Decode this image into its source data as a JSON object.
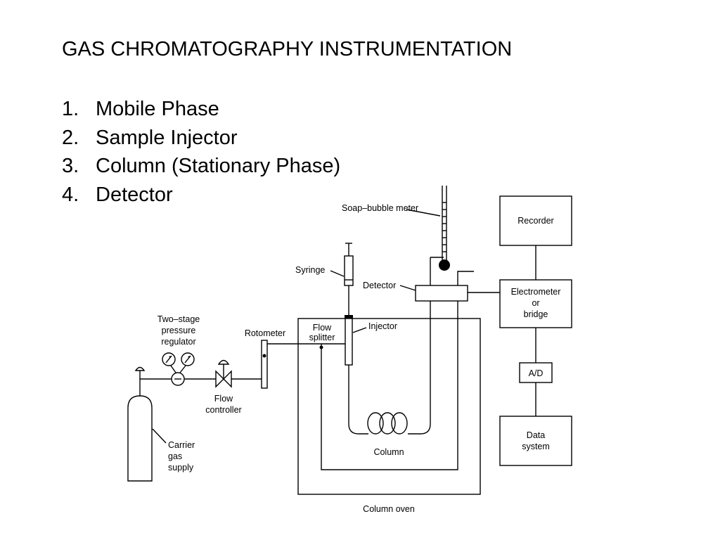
{
  "title": "GAS CHROMATOGRAPHY INSTRUMENTATION",
  "list": [
    {
      "num": "1.",
      "text": "Mobile Phase"
    },
    {
      "num": "2.",
      "text": "Sample Injector"
    },
    {
      "num": "3.",
      "text": "Column (Stationary Phase)"
    },
    {
      "num": "4.",
      "text": "Detector"
    }
  ],
  "diagram": {
    "soap_bubble_meter": "Soap–bubble meter",
    "recorder": "Recorder",
    "syringe": "Syringe",
    "detector": "Detector",
    "electrometer": [
      "Electrometer",
      "or",
      "bridge"
    ],
    "regulator": [
      "Two–stage",
      "pressure",
      "regulator"
    ],
    "rotometer": "Rotometer",
    "flow_splitter": [
      "Flow",
      "splitter"
    ],
    "injector": "Injector",
    "ad": "A/D",
    "flow_controller": [
      "Flow",
      "controller"
    ],
    "data_system": [
      "Data",
      "system"
    ],
    "carrier_gas": [
      "Carrier",
      "gas",
      "supply"
    ],
    "column": "Column",
    "column_oven": "Column oven"
  }
}
